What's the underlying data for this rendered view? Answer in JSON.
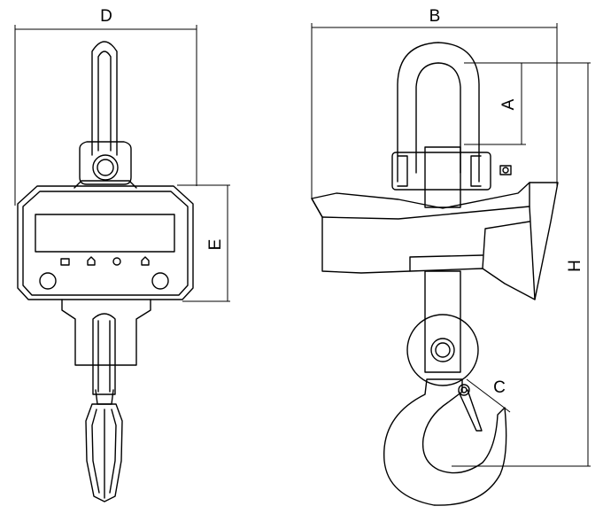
{
  "dimensions": {
    "d": "D",
    "e": "E",
    "b": "B",
    "a": "A",
    "h": "H",
    "c": "C"
  }
}
